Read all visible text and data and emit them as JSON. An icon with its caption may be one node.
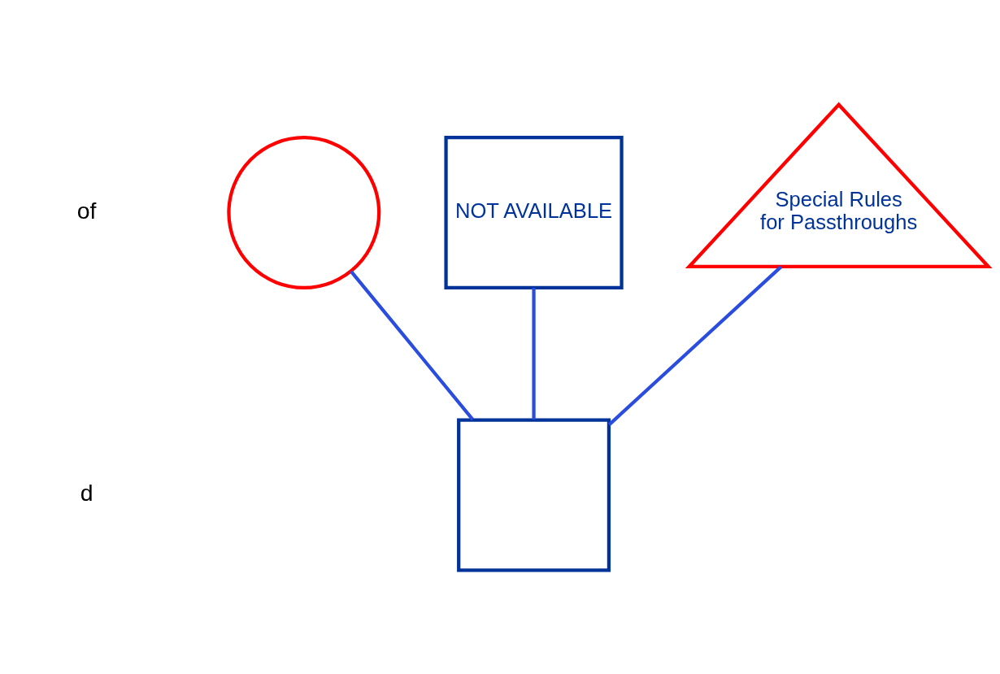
{
  "diagram": {
    "nodes": [
      {
        "text": [
          "NOT AVAILABLE"
        ]
      },
      {
        "text": [
          "Special Rules for Passthroughs"
        ]
      },
      {
        "text": [],
        "shape": "circle"
      },
      {
        "text": [],
        "shape": "box"
      }
    ],
    "edges": [
      {
        "from": 2,
        "to": 3,
        "arrow": "none"
      },
      {
        "from": 0,
        "to": 3,
        "arrow": "none"
      },
      {
        "from": 1,
        "to": 3,
        "arrow": "none"
      }
    ],
    "labels": [
      "of",
      "d"
    ]
  }
}
